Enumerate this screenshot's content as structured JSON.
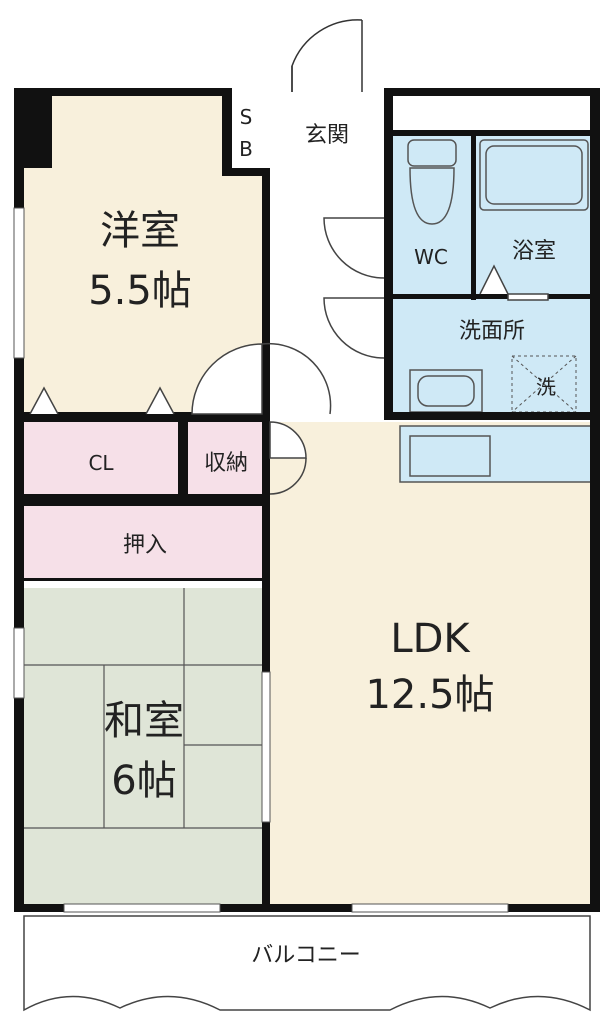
{
  "rooms": {
    "western": {
      "name": "洋室",
      "size": "5.5帖"
    },
    "japanese": {
      "name": "和室",
      "size": "6帖"
    },
    "ldk": {
      "name": "LDK",
      "size": "12.5帖"
    },
    "entrance": "玄関",
    "shoe_box_1": "S",
    "shoe_box_2": "B",
    "wc": "WC",
    "bath": "浴室",
    "washroom": "洗面所",
    "washer": "洗",
    "closet": "CL",
    "storage": "収納",
    "oshiire": "押入",
    "balcony": "バルコニー"
  },
  "colors": {
    "western": "#f8f0dc",
    "ldk": "#f8f0dc",
    "japanese": "#dfe5d7",
    "closet": "#f6e0e8",
    "wet_area": "#cfe9f6",
    "wall": "#111111"
  }
}
